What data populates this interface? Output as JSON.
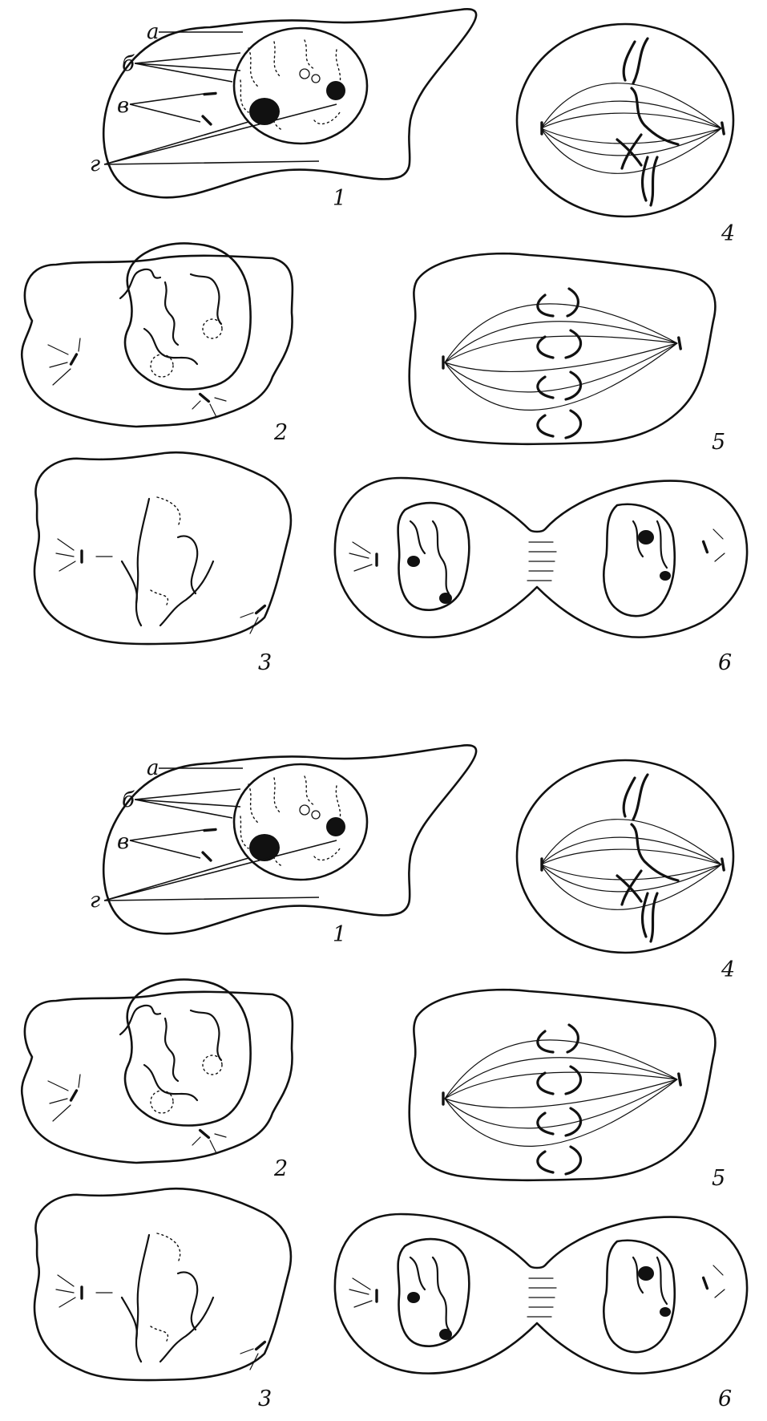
{
  "panels": [
    {
      "stage_numbers": [
        "1",
        "2",
        "3",
        "4",
        "5",
        "6"
      ],
      "callout_labels": {
        "a": "а",
        "b": "б",
        "v": "в",
        "g": "г"
      }
    },
    {
      "stage_numbers": [
        "1",
        "2",
        "3",
        "4",
        "5",
        "6"
      ],
      "callout_labels": {
        "a": "а",
        "b": "б",
        "v": "в",
        "g": "г"
      }
    }
  ]
}
